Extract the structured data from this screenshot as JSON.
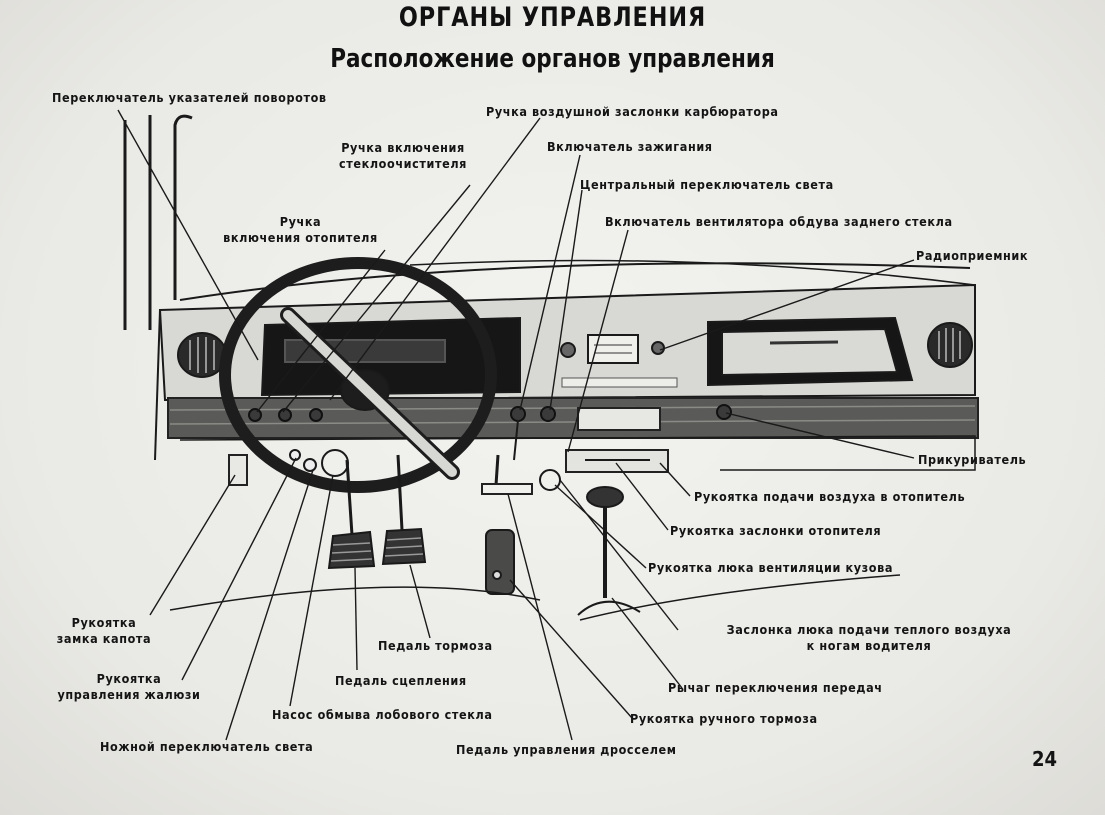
{
  "header": {
    "title": "ОРГАНЫ УПРАВЛЕНИЯ",
    "subtitle": "Расположение органов управления"
  },
  "labels": {
    "turn_signal_switch": "Переключатель указателей поворотов",
    "choke_knob": "Ручка воздушной заслонки карбюратора",
    "wiper_knob": [
      "Ручка включения",
      "стеклоочистителя"
    ],
    "ignition_switch": "Включатель зажигания",
    "central_light_switch": "Центральный переключатель света",
    "heater_knob": [
      "Ручка",
      "включения отопителя"
    ],
    "rear_window_fan_switch": "Включатель вентилятора обдува заднего стекла",
    "radio": "Радиоприемник",
    "cigarette_lighter": "Прикуриватель",
    "heater_air_supply_handle": "Рукоятка подачи воздуха в отопитель",
    "heater_flap_handle": "Рукоятка заслонки отопителя",
    "body_vent_hatch_handle": "Рукоятка люка вентиляции кузова",
    "warm_air_hatch_flap": [
      "Заслонка люка подачи теплого воздуха",
      "к ногам водителя"
    ],
    "hood_lock_handle": [
      "Рукоятка",
      "замка капота"
    ],
    "brake_pedal": "Педаль тормоза",
    "louver_control_handle": [
      "Рукоятка",
      "управления жалюзи"
    ],
    "clutch_pedal": "Педаль сцепления",
    "gear_lever": "Рычаг переключения передач",
    "windshield_washer_pump": "Насос обмыва лобового стекла",
    "handbrake_handle": "Рукоятка ручного тормоза",
    "foot_light_switch": "Ножной переключатель света",
    "throttle_pedal": "Педаль управления дросселем"
  },
  "page_number": "24"
}
